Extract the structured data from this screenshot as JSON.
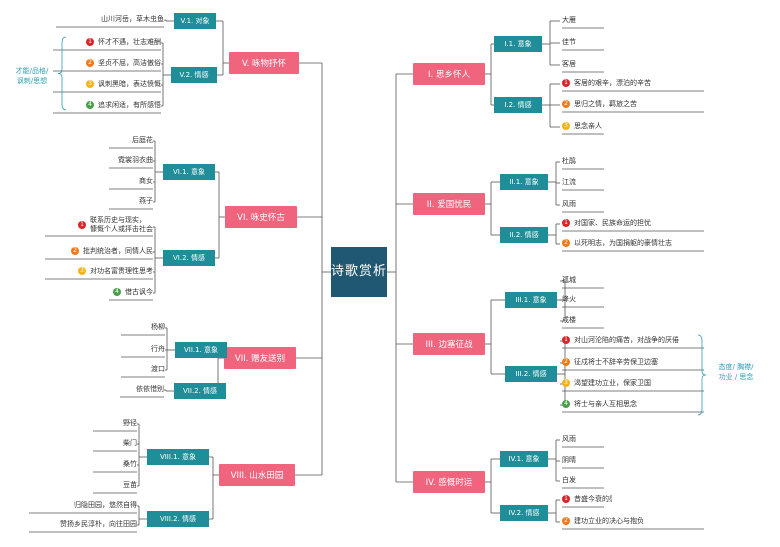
{
  "center": "诗歌赏析",
  "colors": {
    "marker_1": "#d9252a",
    "marker_2": "#f07a1a",
    "marker_3": "#f5b21a",
    "marker_4": "#4aa04a",
    "line": "#555555",
    "note": "#2e9fb5"
  },
  "right": [
    {
      "id": "r1",
      "label": "I. 思乡怀人",
      "subs": [
        {
          "label": "I.1. 意象",
          "leaves": [
            {
              "text": "大雁"
            },
            {
              "text": "佳节"
            },
            {
              "text": "客居"
            }
          ]
        },
        {
          "label": "I.2. 情感",
          "leaves": [
            {
              "text": "客居的艰辛，漂泊的辛苦",
              "marker": "1"
            },
            {
              "text": "思归之情，羁旅之苦",
              "marker": "2"
            },
            {
              "text": "思念亲人",
              "marker": "3"
            }
          ]
        }
      ]
    },
    {
      "id": "r2",
      "label": "II. 爱国忧民",
      "subs": [
        {
          "label": "II.1. 意象",
          "leaves": [
            {
              "text": "杜鹃"
            },
            {
              "text": "江流"
            },
            {
              "text": "风雨"
            }
          ]
        },
        {
          "label": "II.2. 情感",
          "leaves": [
            {
              "text": "对国家、民族命运的担忧",
              "marker": "1"
            },
            {
              "text": "以死明志，为国捐躯的豪情壮志",
              "marker": "2"
            }
          ]
        }
      ]
    },
    {
      "id": "r3",
      "label": "III. 边塞征战",
      "subs": [
        {
          "label": "III.1. 意象",
          "leaves": [
            {
              "text": "孤城"
            },
            {
              "text": "烽火"
            },
            {
              "text": "戍楼"
            }
          ]
        },
        {
          "label": "III.2. 情感",
          "leaves": [
            {
              "text": "对山河沦陷的痛苦，对战争的厌倦",
              "marker": "1"
            },
            {
              "text": "征戍将士不辞辛劳保卫边塞",
              "marker": "2"
            },
            {
              "text": "渴望建功立业，保家卫国",
              "marker": "3"
            },
            {
              "text": "将士与亲人互相思念",
              "marker": "4"
            }
          ]
        }
      ]
    },
    {
      "id": "r4",
      "label": "IV. 感慨时运",
      "subs": [
        {
          "label": "IV.1. 意象",
          "leaves": [
            {
              "text": "风雨"
            },
            {
              "text": "阴晴"
            },
            {
              "text": "白发"
            }
          ]
        },
        {
          "label": "IV.2. 情感",
          "leaves": [
            {
              "text": "昔盛今衰的感慨",
              "marker": "1"
            },
            {
              "text": "建功立业的决心与抱负",
              "marker": "2"
            }
          ]
        }
      ]
    }
  ],
  "left": [
    {
      "id": "l5",
      "label": "V. 咏物抒怀",
      "subs": [
        {
          "label": "V.1. 对象",
          "leaves": [
            {
              "text": "山川河岳，草木虫鱼"
            }
          ]
        },
        {
          "label": "V.2. 情感",
          "leaves": [
            {
              "text": "怀才不遇，壮志难酬",
              "marker": "1"
            },
            {
              "text": "坚贞不屈，高洁傲俗",
              "marker": "2"
            },
            {
              "text": "讽刺黑暗，表达愤慨",
              "marker": "3"
            },
            {
              "text": "追求闲适，有所感悟",
              "marker": "4"
            }
          ]
        }
      ]
    },
    {
      "id": "l6",
      "label": "VI. 咏史怀古",
      "subs": [
        {
          "label": "VI.1. 意象",
          "leaves": [
            {
              "text": "后庭花"
            },
            {
              "text": "霓裳羽衣曲"
            },
            {
              "text": "商女"
            },
            {
              "text": "燕子"
            }
          ]
        },
        {
          "label": "VI.2. 情感",
          "leaves": [
            {
              "text": "联系历史与现实，\n慷慨个人或抨击社会",
              "marker": "1"
            },
            {
              "text": "批判统治者，同情人民",
              "marker": "2"
            },
            {
              "text": "对功名富贵理性思考",
              "marker": "3"
            },
            {
              "text": "借古讽今",
              "marker": "4"
            }
          ]
        }
      ]
    },
    {
      "id": "l7",
      "label": "VII. 赠友送别",
      "subs": [
        {
          "label": "VII.1. 意象",
          "leaves": [
            {
              "text": "杨柳"
            },
            {
              "text": "行舟"
            },
            {
              "text": "渡口"
            }
          ]
        },
        {
          "label": "VII.2. 情感",
          "leaves": [
            {
              "text": "依依惜别"
            }
          ]
        }
      ]
    },
    {
      "id": "l8",
      "label": "VIII. 山水田园",
      "subs": [
        {
          "label": "VIII.1. 意象",
          "leaves": [
            {
              "text": "野径"
            },
            {
              "text": "柴门"
            },
            {
              "text": "桑竹"
            },
            {
              "text": "豆苗"
            }
          ]
        },
        {
          "label": "VIII.2. 情感",
          "leaves": [
            {
              "text": "归隐田园，悠然自得"
            },
            {
              "text": "赞扬乡民淳朴，向往田园"
            }
          ]
        }
      ]
    }
  ],
  "notes": [
    {
      "id": "note-left",
      "text": "才能/品格/\n讽刺/思想"
    },
    {
      "id": "note-right",
      "text": "态度/ 胸襟/\n功业 / 思念"
    }
  ]
}
